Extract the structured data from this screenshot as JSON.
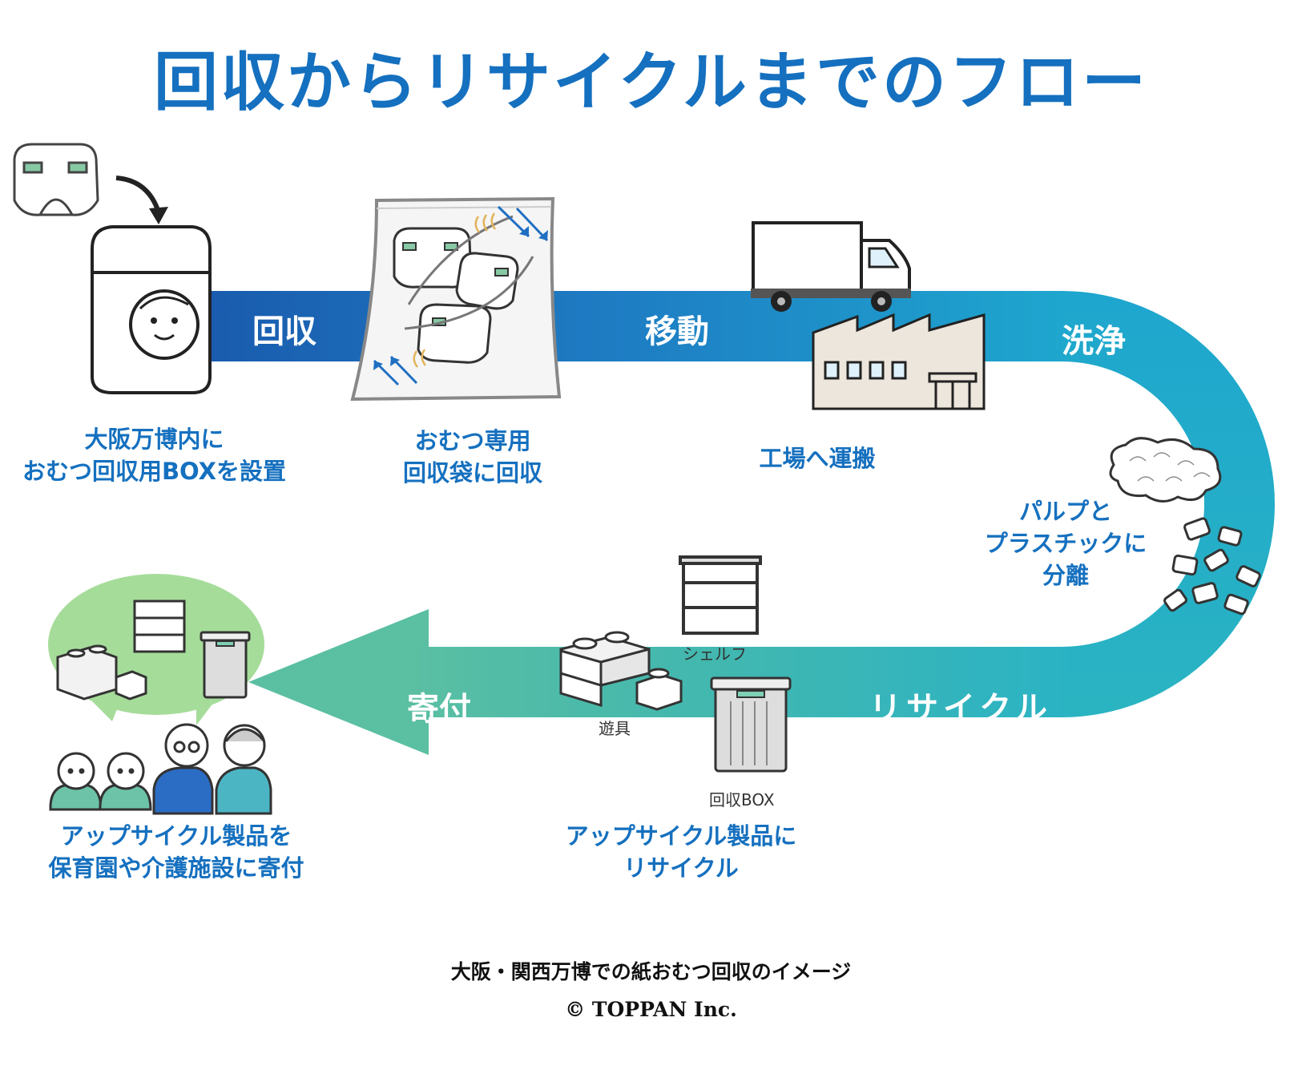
{
  "title": "回収からリサイクルまでのフロー",
  "band_labels": {
    "collect": "回収",
    "move": "移動",
    "wash": "洗浄",
    "recycle": "リサイクル",
    "donate": "寄付"
  },
  "captions": {
    "box_install": [
      "大阪万博内に",
      "おむつ回収用BOXを設置"
    ],
    "bag": [
      "おむつ専用",
      "回収袋に回収"
    ],
    "factory": [
      "工場へ運搬"
    ],
    "separate": [
      "パルプと",
      "プラスチックに",
      "分離"
    ],
    "upcycle": [
      "アップサイクル製品に",
      "リサイクル"
    ],
    "donation": [
      "アップサイクル製品を",
      "保育園や介護施設に寄付"
    ]
  },
  "item_labels": {
    "shelf": "シェルフ",
    "toy": "遊具",
    "box": "回収BOX"
  },
  "footer": {
    "line1": "大阪・関西万博での紙おむつ回収のイメージ",
    "line2": "© TOPPAN Inc."
  },
  "colors": {
    "title": "#1570bf",
    "band_dark": "#1a5fb0",
    "band_cyan": "#1ea8cf",
    "band_teal": "#45b8ad",
    "arrow": "#5bbfa2",
    "bubble": "#a6dc9a",
    "caption": "#1570bf"
  }
}
